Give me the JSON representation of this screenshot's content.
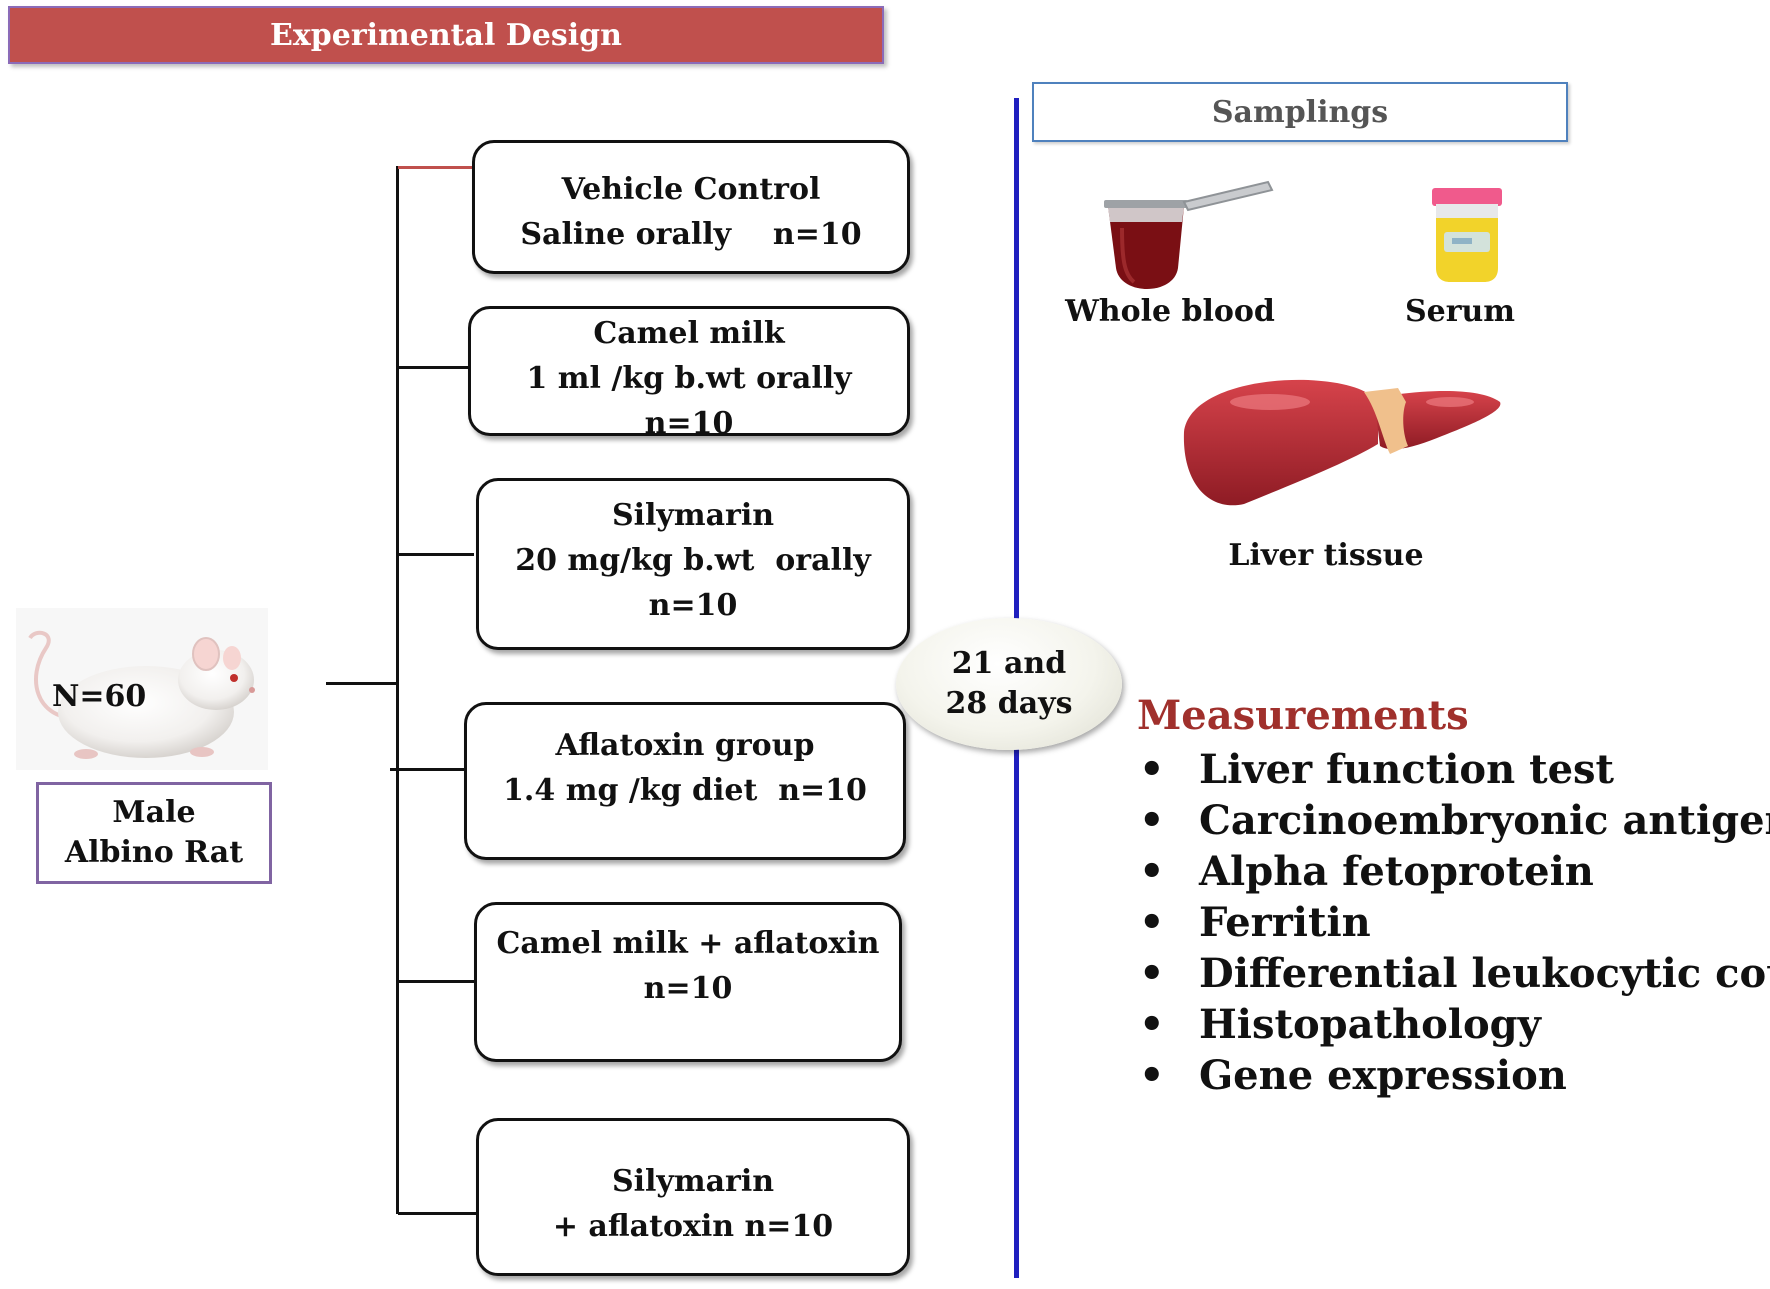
{
  "title": "Experimental Design",
  "subject": {
    "count": "N=60",
    "label_line1": "Male",
    "label_line2": "Albino Rat"
  },
  "groups": [
    {
      "lines": [
        "Vehicle Control",
        "Saline orally    n=10"
      ]
    },
    {
      "lines": [
        "Camel milk",
        "1 ml /kg b.wt orally",
        "n=10"
      ]
    },
    {
      "lines": [
        "Silymarin",
        "20 mg/kg b.wt  orally",
        "n=10"
      ]
    },
    {
      "lines": [
        "Aflatoxin group",
        "1.4 mg /kg diet  n=10"
      ]
    },
    {
      "lines": [
        "Camel milk + aflatoxin",
        "n=10"
      ]
    },
    {
      "lines": [
        "Silymarin",
        "+ aflatoxin n=10"
      ]
    }
  ],
  "duration": {
    "line1": "21 and",
    "line2": "28 days"
  },
  "samplings": {
    "title": "Samplings",
    "items": [
      "Whole blood",
      "Serum",
      "Liver tissue"
    ]
  },
  "measurements": {
    "title": "Measurements",
    "bullet": "•",
    "items": [
      "Liver function test",
      "Carcinoembryonic antigen",
      "Alpha fetoprotein",
      "Ferritin",
      "Differential leukocytic count",
      "Histopathology",
      "Gene expression"
    ]
  },
  "colors": {
    "title_banner": "#c0504d",
    "measurements_title": "#a0302c",
    "divider": "#1f1fbf",
    "rat_box_border": "#8064a2",
    "sampling_border": "#4f81bd"
  }
}
